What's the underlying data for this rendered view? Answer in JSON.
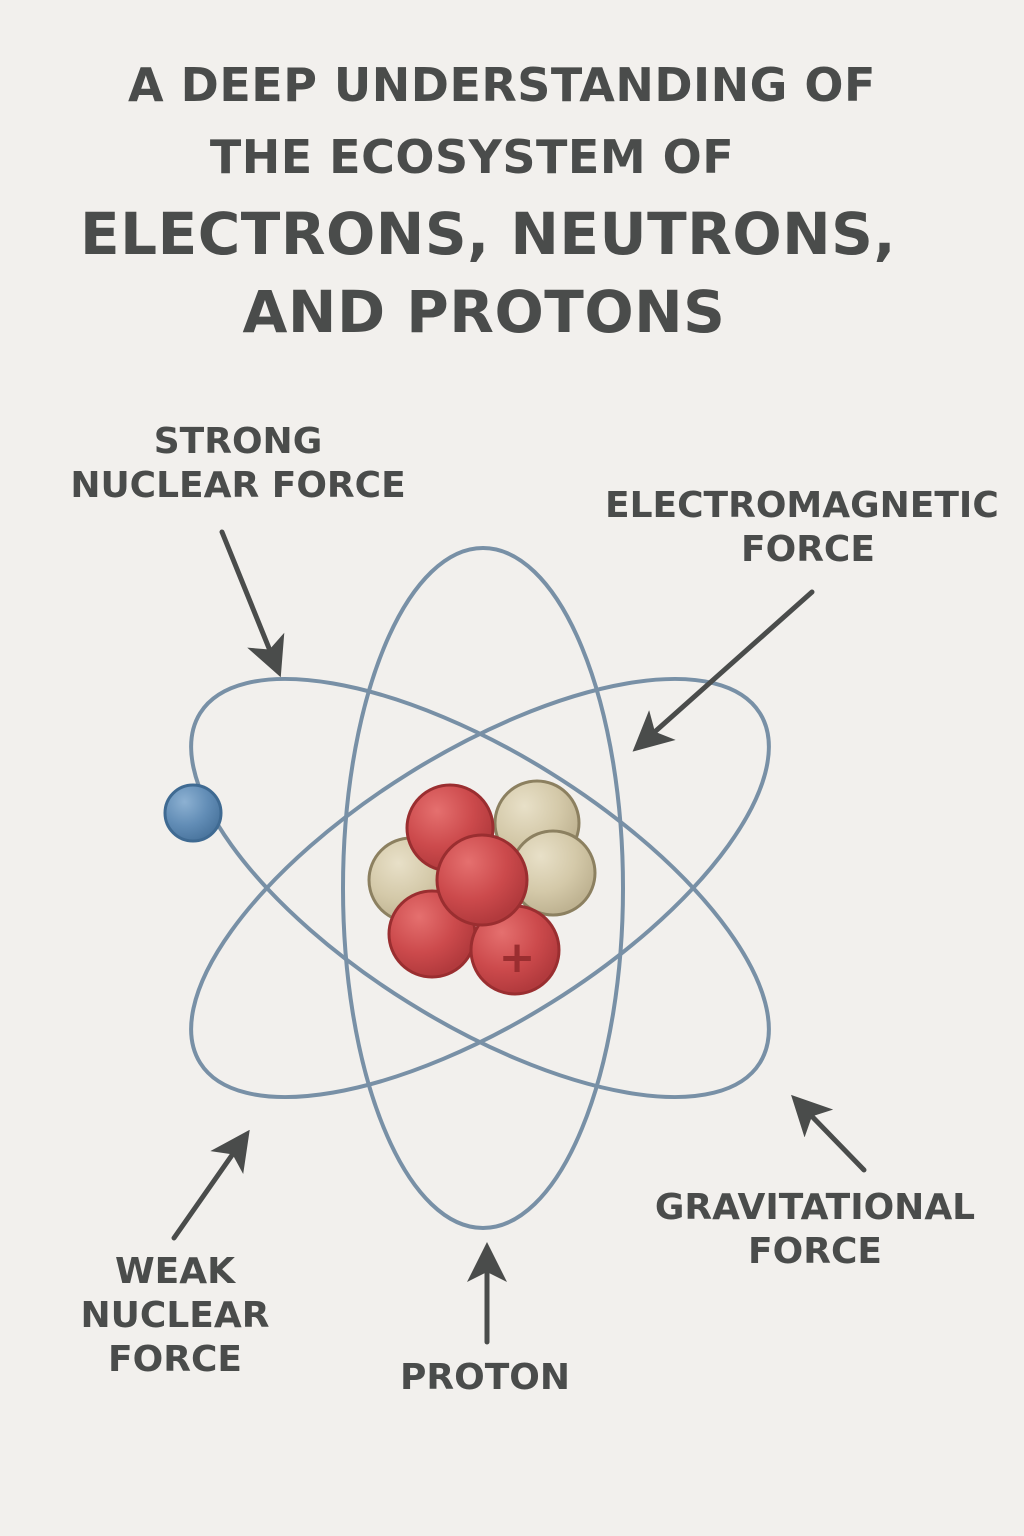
{
  "title": {
    "line1": "A DEEP UNDERSTANDING OF",
    "line2": "THE ECOSYSTEM OF",
    "line3": "ELECTRONS, NEUTRONS,",
    "line4": "AND PROTONS"
  },
  "labels": {
    "strong_nuclear": {
      "line1": "STRONG",
      "line2": "NUCLEAR FORCE"
    },
    "electromagnetic": {
      "line1": "ELECTROMAGNETIC",
      "line2": "FORCE"
    },
    "weak_nuclear": {
      "line1": "WEAK",
      "line2": "NUCLEAR",
      "line3": "FORCE"
    },
    "proton": {
      "line1": "PROTON"
    },
    "gravitational": {
      "line1": "GRAVITATIONAL",
      "line2": "FORCE"
    }
  },
  "nucleus": {
    "proton_symbol": "+"
  },
  "colors": {
    "background": "#f2f0ed",
    "text": "#4a4c4b",
    "orbit": "#7890a6",
    "arrow": "#4a4c4b",
    "proton": "#c8474a",
    "proton_outline": "#9a2e30",
    "neutron": "#d6ccae",
    "neutron_outline": "#8c8060",
    "electron": "#5f8bb5",
    "electron_outline": "#3f6a92"
  }
}
